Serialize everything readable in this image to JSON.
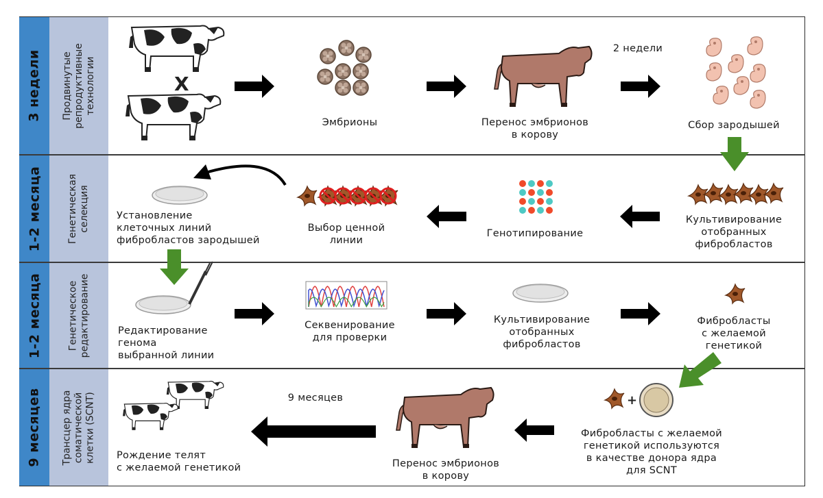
{
  "rows": [
    {
      "duration": "3 недели",
      "phase": "Продвинутые\nрепродуктивные\nтехнологии"
    },
    {
      "duration": "1-2 месяца",
      "phase": "Генетическая\nселекция"
    },
    {
      "duration": "1-2 месяца",
      "phase": "Генетическое\nредактирование"
    },
    {
      "duration": "9 месяцев",
      "phase": "Трансцер ядра\nсоматической\nклетки (SCNT)"
    }
  ],
  "row1": {
    "cross_mark": "X",
    "embryos": "Эмбрионы",
    "transfer": "Перенос эмбрионов\nв корову",
    "two_weeks": "2 недели",
    "fetus_collection": "Сбор зародышей"
  },
  "row2": {
    "cultivation": "Культивирование\nотобранных\nфибробластов",
    "genotyping": "Генотипирование",
    "line_choice": "Выбор ценной\nлинии",
    "cell_lines": "Установление\nклеточных линий\nфибробластов зародышей"
  },
  "row3": {
    "editing": "Редактирование\nгенома\nвыбранной линии",
    "sequencing": "Секвенирование\nдля проверки",
    "cultivation": "Культивирование\nотобранных\nфибробластов",
    "fibroblasts": "Фибробласты\nс желаемой\nгенетикой"
  },
  "row4": {
    "donor": "Фибробласты с желаемой\nгенетикой используются\nв качестве донора ядра\nдля SCNT",
    "plus": "+",
    "transfer": "Перенос эмбрионов\nв корову",
    "nine_months": "9 месяцев",
    "calves": "Рождение телят\nс желаемой генетикой"
  },
  "colors": {
    "duration_bar": "#3f87c8",
    "phase_bar": "#b8c4dc",
    "cow_brown": "#b0796a",
    "green_arrow": "#4a8f2a",
    "fibroblast": "#a0582a",
    "genotype_red": "#f04a2a",
    "genotype_teal": "#4ec9c4",
    "chromatogram_red": "#e04040",
    "chromatogram_blue": "#4050d0",
    "chromatogram_green": "#40a040"
  }
}
